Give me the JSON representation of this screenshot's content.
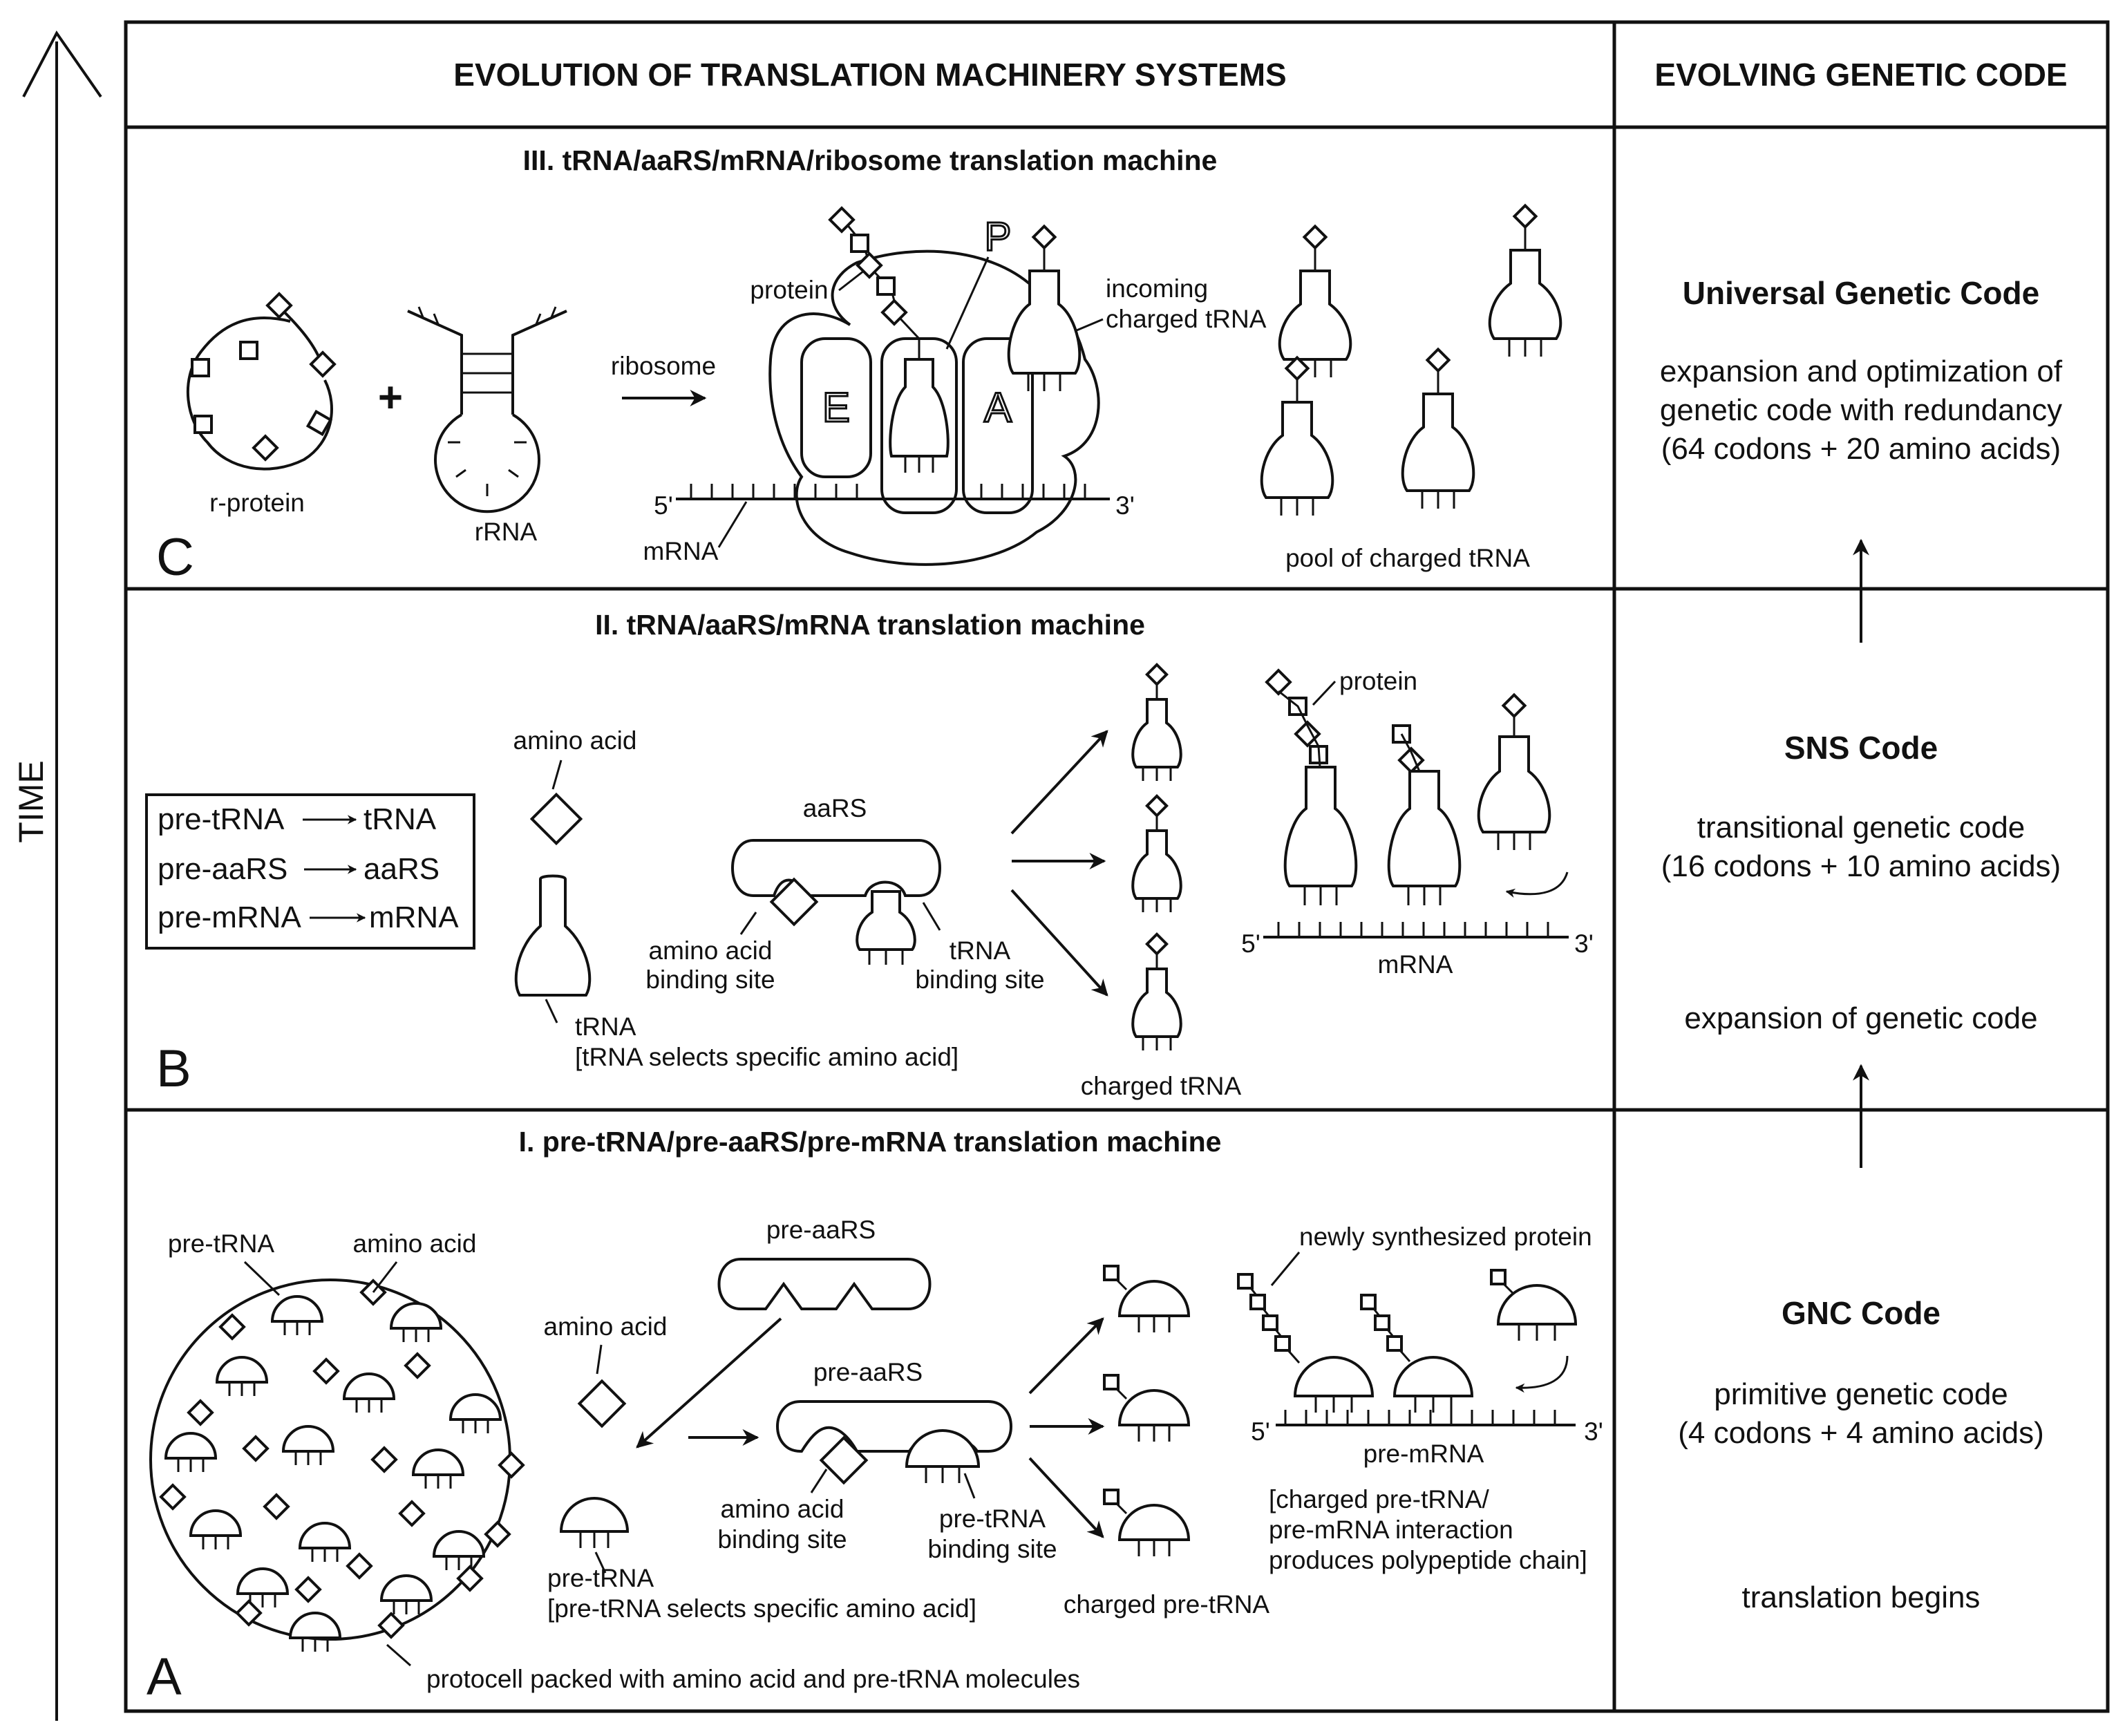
{
  "axis": {
    "time_label": "TIME"
  },
  "headers": {
    "left": "EVOLUTION OF TRANSLATION MACHINERY SYSTEMS",
    "right": "EVOLVING GENETIC CODE"
  },
  "panel_c": {
    "letter": "C",
    "title": "III. tRNA/aaRS/mRNA/ribosome translation machine",
    "r_protein": "r-protein",
    "plus": "+",
    "rrna": "rRNA",
    "ribosome_arrow": "ribosome",
    "protein": "protein",
    "site_p": "P",
    "site_e": "E",
    "site_a": "A",
    "incoming_line1": "incoming",
    "incoming_line2": "charged tRNA",
    "five_prime": "5'",
    "three_prime": "3'",
    "mrna": "mRNA",
    "pool": "pool of charged tRNA"
  },
  "panel_b": {
    "letter": "B",
    "title": "II. tRNA/aaRS/mRNA translation machine",
    "box_rows": [
      {
        "from": "pre-tRNA",
        "to": "tRNA"
      },
      {
        "from": "pre-aaRS",
        "to": "aaRS"
      },
      {
        "from": "pre-mRNA",
        "to": "mRNA"
      }
    ],
    "amino_acid": "amino acid",
    "trna": "tRNA",
    "trna_note": "[tRNA selects specific amino acid]",
    "aars": "aaRS",
    "aa_site_line1": "amino acid",
    "aa_site_line2": "binding site",
    "trna_site_line1": "tRNA",
    "trna_site_line2": "binding site",
    "charged_trna": "charged tRNA",
    "protein": "protein",
    "five_prime": "5'",
    "three_prime": "3'",
    "mrna": "mRNA"
  },
  "panel_a": {
    "letter": "A",
    "title": "I. pre-tRNA/pre-aaRS/pre-mRNA translation machine",
    "pre_trna": "pre-tRNA",
    "amino_acid": "amino acid",
    "protocell": "protocell packed with amino acid and pre-tRNA molecules",
    "pre_aars_top": "pre-aaRS",
    "amino_acid_free": "amino acid",
    "pre_aars": "pre-aaRS",
    "aa_site_line1": "amino acid",
    "aa_site_line2": "binding site",
    "pretrna_site_line1": "pre-tRNA",
    "pretrna_site_line2": "binding site",
    "pre_trna_free": "pre-tRNA",
    "pre_trna_note": "[pre-tRNA selects specific amino acid]",
    "charged_pre_trna": "charged pre-tRNA",
    "new_protein": "newly synthesized protein",
    "five_prime": "5'",
    "three_prime": "3'",
    "pre_mrna": "pre-mRNA",
    "note_line1": "[charged pre-tRNA/",
    "note_line2": "pre-mRNA interaction",
    "note_line3": "produces polypeptide chain]"
  },
  "code_column": {
    "universal_title": "Universal Genetic Code",
    "universal_line1": "expansion and optimization of",
    "universal_line2": "genetic code with redundancy",
    "universal_line3": "(64 codons + 20 amino acids)",
    "sns_title": "SNS Code",
    "sns_line1": "transitional genetic code",
    "sns_line2": "(16 codons + 10 amino acids)",
    "expansion": "expansion of genetic code",
    "gnc_title": "GNC Code",
    "gnc_line1": "primitive genetic code",
    "gnc_line2": "(4 codons + 4 amino acids)",
    "begins": "translation begins"
  }
}
